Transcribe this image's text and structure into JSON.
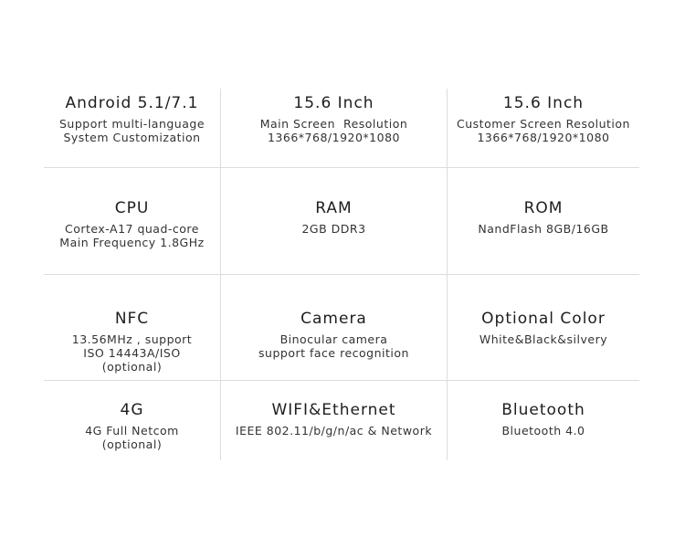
{
  "specs": [
    {
      "title": "Android 5.1/7.1",
      "lines": [
        "Support multi-language",
        "System Customization"
      ]
    },
    {
      "title": "15.6 Inch",
      "lines": [
        "Main Screen  Resolution",
        "1366*768/1920*1080"
      ]
    },
    {
      "title": "15.6 Inch",
      "lines": [
        "Customer Screen Resolution",
        "1366*768/1920*1080"
      ]
    },
    {
      "title": "CPU",
      "lines": [
        "Cortex-A17 quad-core",
        "Main Frequency 1.8GHz"
      ]
    },
    {
      "title": "RAM",
      "lines": [
        "2GB DDR3"
      ]
    },
    {
      "title": "ROM",
      "lines": [
        "NandFlash 8GB/16GB"
      ]
    },
    {
      "title": "NFC",
      "lines": [
        "13.56MHz , support",
        "ISO 14443A/ISO",
        "(optional)"
      ]
    },
    {
      "title": "Camera",
      "lines": [
        "Binocular camera",
        "support face recognition"
      ]
    },
    {
      "title": "Optional Color",
      "lines": [
        "White&Black&silvery"
      ]
    },
    {
      "title": "4G",
      "lines": [
        "4G Full Netcom",
        "(optional)"
      ]
    },
    {
      "title": "WIFI&Ethernet",
      "lines": [
        "IEEE 802.11/b/g/n/ac & Network"
      ]
    },
    {
      "title": "Bluetooth",
      "lines": [
        "Bluetooth 4.0"
      ]
    }
  ]
}
